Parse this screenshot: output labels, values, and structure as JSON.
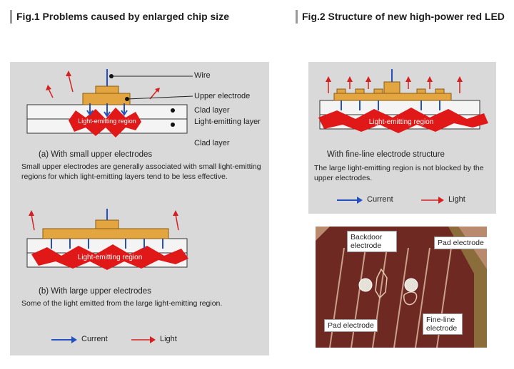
{
  "fig1": {
    "title": "Fig.1 Problems caused by enlarged chip size",
    "labels": {
      "wire": "Wire",
      "upper_electrode": "Upper electrode",
      "clad_top": "Clad layer",
      "light_emitting_layer": "Light-emitting layer",
      "clad_bottom": "Clad layer"
    },
    "region_small": "Light-emitting region",
    "region_large": "Light-emitting region",
    "caption_a": "(a) With small upper electrodes",
    "desc_a": "Small upper electrodes are generally associated with small light-emitting regions for which light-emitting layers tend to be less effective.",
    "caption_b": "(b) With large upper electrodes",
    "desc_b": "Some of the light emitted from the large light-emitting region.",
    "legend": {
      "current": "Current",
      "light": "Light"
    }
  },
  "fig2": {
    "title": "Fig.2 Structure of new high-power red LED",
    "region": "Light-emitting region",
    "caption": "With fine-line electrode structure",
    "desc": "The large light-emitting region is not blocked by the upper electrodes.",
    "legend": {
      "current": "Current",
      "light": "Light"
    },
    "photo_labels": {
      "backdoor": "Backdoor electrode",
      "pad_top": "Pad electrode",
      "pad_bottom": "Pad electrode",
      "fine_line": "Fine-line electrode"
    }
  },
  "colors": {
    "panel": "#d9d9d9",
    "electrode": "#e3a540",
    "electrode_edge": "#8a5a10",
    "current": "#2450c0",
    "light": "#d62020",
    "region": "#e01818",
    "photo": "#b98a6d"
  }
}
